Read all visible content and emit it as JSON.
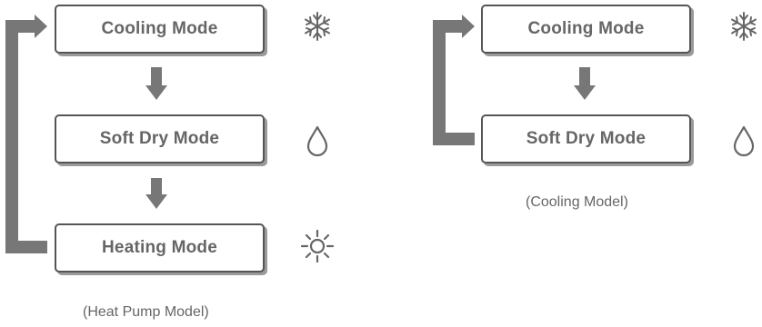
{
  "heat_pump_model": {
    "caption": "(Heat Pump Model)",
    "modes": [
      {
        "label": "Cooling Mode",
        "icon": "snowflake-icon"
      },
      {
        "label": "Soft Dry Mode",
        "icon": "water-drop-icon"
      },
      {
        "label": "Heating Mode",
        "icon": "sun-icon"
      }
    ]
  },
  "cooling_model": {
    "caption": "(Cooling Model)",
    "modes": [
      {
        "label": "Cooling Mode",
        "icon": "snowflake-icon"
      },
      {
        "label": "Soft Dry Mode",
        "icon": "water-drop-icon"
      }
    ]
  },
  "colors": {
    "arrow": "#777777",
    "box_border": "#555555",
    "box_shadow": "#9a9a9a",
    "text": "#666666"
  }
}
